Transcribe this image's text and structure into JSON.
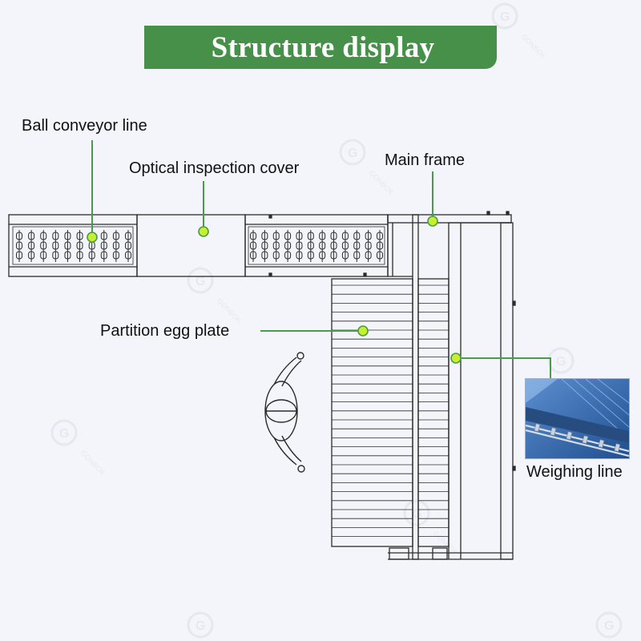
{
  "title": "Structure display",
  "labels": {
    "ball_conveyor": "Ball conveyor line",
    "optical_cover": "Optical inspection cover",
    "main_frame": "Main frame",
    "partition_plate": "Partition egg plate",
    "weighing_line": "Weighing line"
  },
  "watermark": "GONBOK",
  "colors": {
    "banner": "#47904a",
    "callout_line": "#4a9a4c",
    "callout_dot": "#c6f02c",
    "drawing_line": "#2b2b2b",
    "background": "#f3f5fa"
  }
}
